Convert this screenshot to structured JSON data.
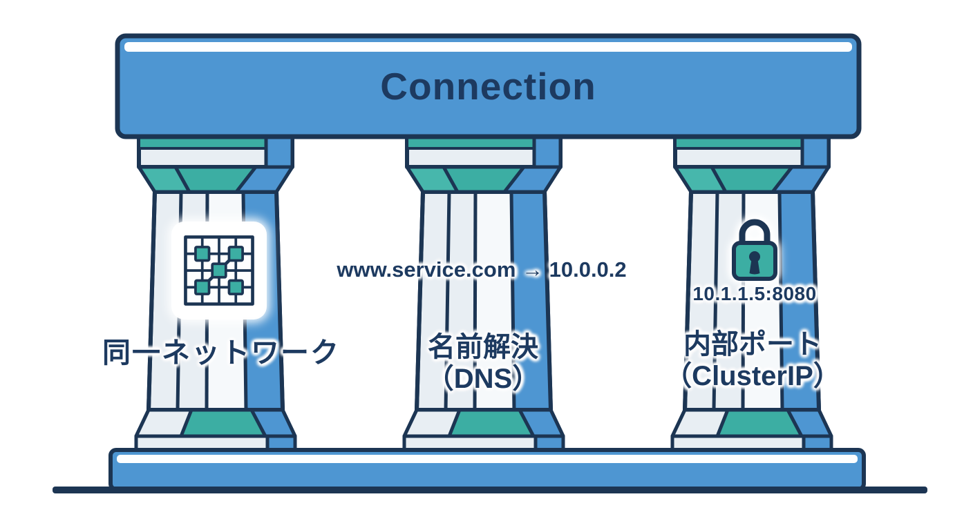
{
  "diagram_title": "Connection",
  "pillars": [
    {
      "id": "same-network",
      "label": "同一ネットワーク",
      "icon": "network-grid-icon"
    },
    {
      "id": "dns",
      "label": "名前解決",
      "sublabel": "（DNS）",
      "annotation": "www.service.com → 10.0.0.2"
    },
    {
      "id": "cluster-ip",
      "label": "内部ポート",
      "sublabel": "（ClusterIP）",
      "annotation": "10.1.1.5:8080",
      "icon": "lock-icon"
    }
  ],
  "colors": {
    "blue": "#4E96D2",
    "navy": "#1C3553",
    "teal": "#3CAEA3",
    "teal2": "#47B7AC",
    "light": "#E8EEF3",
    "flute": "#F6F9FB",
    "text": "#1D3A60",
    "bg": "#FFFFFF"
  }
}
